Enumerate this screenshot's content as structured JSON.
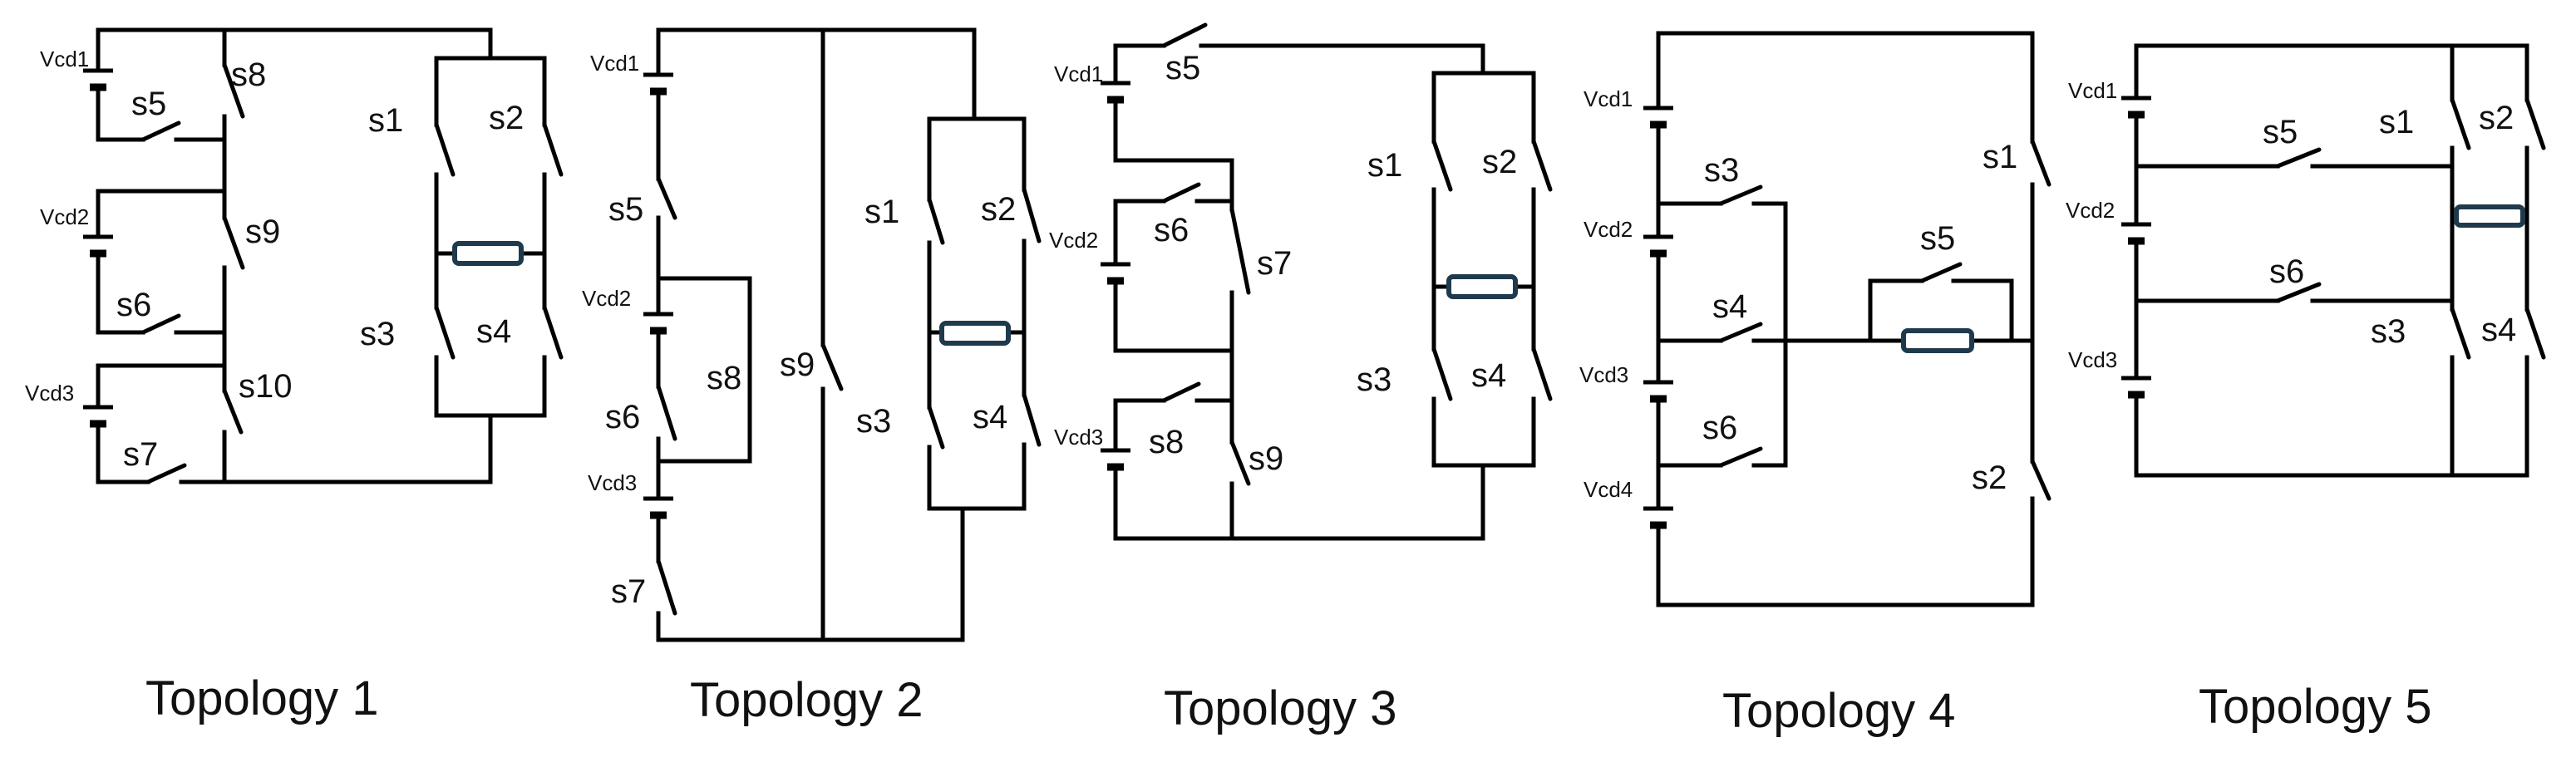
{
  "topologies": [
    {
      "caption": "Topology 1",
      "labels": {
        "vcd1": "Vcd1",
        "vcd2": "Vcd2",
        "vcd3": "Vcd3",
        "s1": "s1",
        "s2": "s2",
        "s3": "s3",
        "s4": "s4",
        "s5": "s5",
        "s6": "s6",
        "s7": "s7",
        "s8": "s8",
        "s9": "s9",
        "s10": "s10"
      }
    },
    {
      "caption": "Topology 2",
      "labels": {
        "vcd1": "Vcd1",
        "vcd2": "Vcd2",
        "vcd3": "Vcd3",
        "s1": "s1",
        "s2": "s2",
        "s3": "s3",
        "s4": "s4",
        "s5": "s5",
        "s6": "s6",
        "s7": "s7",
        "s8": "s8",
        "s9": "s9"
      }
    },
    {
      "caption": "Topology 3",
      "labels": {
        "vcd1": "Vcd1",
        "vcd2": "Vcd2",
        "vcd3": "Vcd3",
        "s1": "s1",
        "s2": "s2",
        "s3": "s3",
        "s4": "s4",
        "s5": "s5",
        "s6": "s6",
        "s7": "s7",
        "s8": "s8",
        "s9": "s9"
      }
    },
    {
      "caption": "Topology 4",
      "labels": {
        "vcd1": "Vcd1",
        "vcd2": "Vcd2",
        "vcd3": "Vcd3",
        "vcd4": "Vcd4",
        "s1": "s1",
        "s2": "s2",
        "s3": "s3",
        "s4": "s4",
        "s5": "s5",
        "s6": "s6"
      }
    },
    {
      "caption": "Topology 5",
      "labels": {
        "vcd1": "Vcd1",
        "vcd2": "Vcd2",
        "vcd3": "Vcd3",
        "s1": "s1",
        "s2": "s2",
        "s3": "s3",
        "s4": "s4",
        "s5": "s5",
        "s6": "s6"
      }
    }
  ]
}
